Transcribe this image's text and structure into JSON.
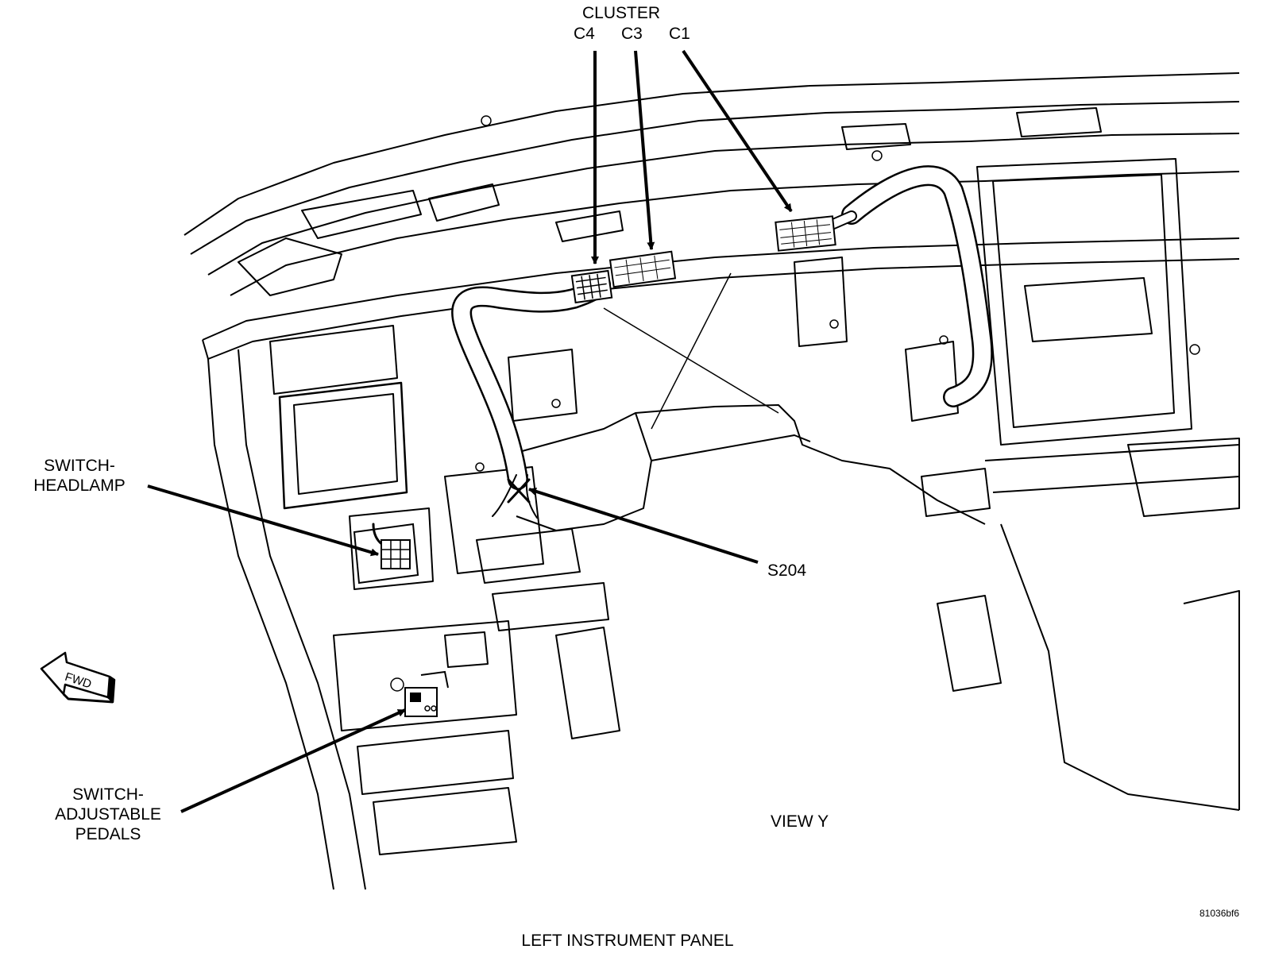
{
  "callouts": {
    "cluster": "CLUSTER",
    "c4": "C4",
    "c3": "C3",
    "c1": "C1",
    "switch_headlamp": [
      "SWITCH-",
      "HEADLAMP"
    ],
    "s204": "S204",
    "switch_adjustable_pedals": [
      "SWITCH-",
      "ADJUSTABLE",
      "PEDALS"
    ]
  },
  "orientation": {
    "fwd_label": "FWD"
  },
  "view_label": "VIEW Y",
  "figure_id": "81036bf6",
  "caption": "LEFT INSTRUMENT PANEL"
}
